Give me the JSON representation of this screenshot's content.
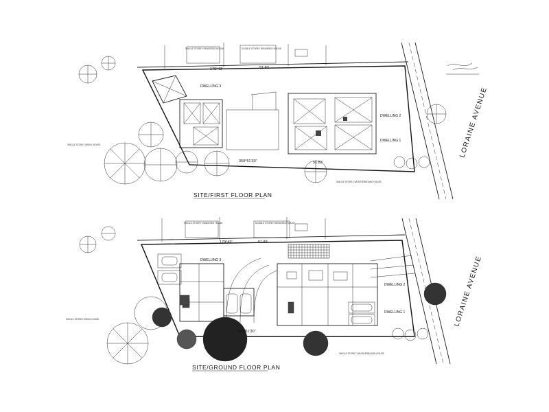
{
  "sheet": {
    "upper_plan": {
      "title": "SITE/FIRST FLOOR PLAN",
      "street_name": "LORAINE AVENUE",
      "dwelling_labels": [
        "DWELLING 3",
        "DWELLING 2",
        "DWELLING 1"
      ],
      "dimensions": [
        "179°43'",
        "51.83",
        "359°51'30\"",
        "51.83"
      ],
      "neighbour_notes": [
        "SINGLE STOREY RENDERED HOUSE",
        "DOUBLE STOREY RENDERED HOUSE",
        "SINGLE STOREY WEATHERBOARD HOUSE",
        "SINGLE STOREY BRICK HOUSE"
      ]
    },
    "lower_plan": {
      "title": "SITE/GROUND FLOOR PLAN",
      "street_name": "LORAINE AVENUE",
      "dwelling_labels": [
        "DWELLING 3",
        "DWELLING 2",
        "DWELLING 1"
      ],
      "dimensions": [
        "179°43'",
        "51.83",
        "359°51'30\""
      ],
      "neighbour_notes": [
        "SINGLE STOREY RENDERED HOUSE",
        "DOUBLE STOREY RENDERED HOUSE",
        "SINGLE STOREY WEATHERBOARD HOUSE",
        "SINGLE STOREY BRICK HOUSE"
      ]
    }
  }
}
